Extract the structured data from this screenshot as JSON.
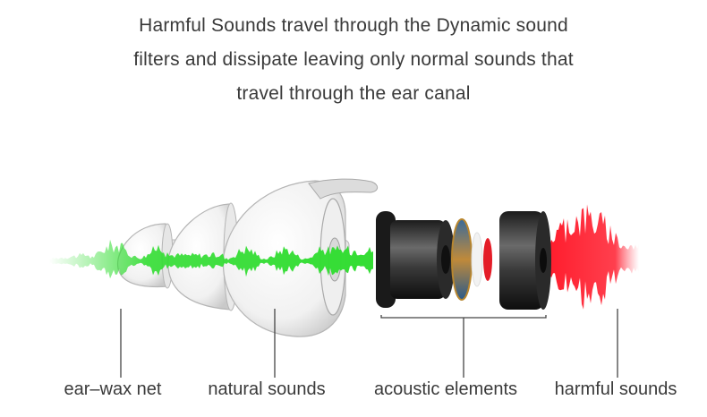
{
  "headline": {
    "line1": "Harmful Sounds travel through the Dynamic sound",
    "line2": "filters and dissipate leaving only normal sounds that",
    "line3": "travel through the ear canal"
  },
  "labels": {
    "ear_wax_net": "ear–wax net",
    "natural_sounds": "natural sounds",
    "acoustic_elements": "acoustic elements",
    "harmful_sounds": "harmful sounds"
  },
  "colors": {
    "natural_wave": "#33dd33",
    "harmful_wave": "#ff1a2a",
    "text": "#3a3a3a",
    "callout_line": "#444444"
  },
  "icons": {
    "earplug": "earplug-illustration",
    "filter": "acoustic-filter-illustration"
  }
}
